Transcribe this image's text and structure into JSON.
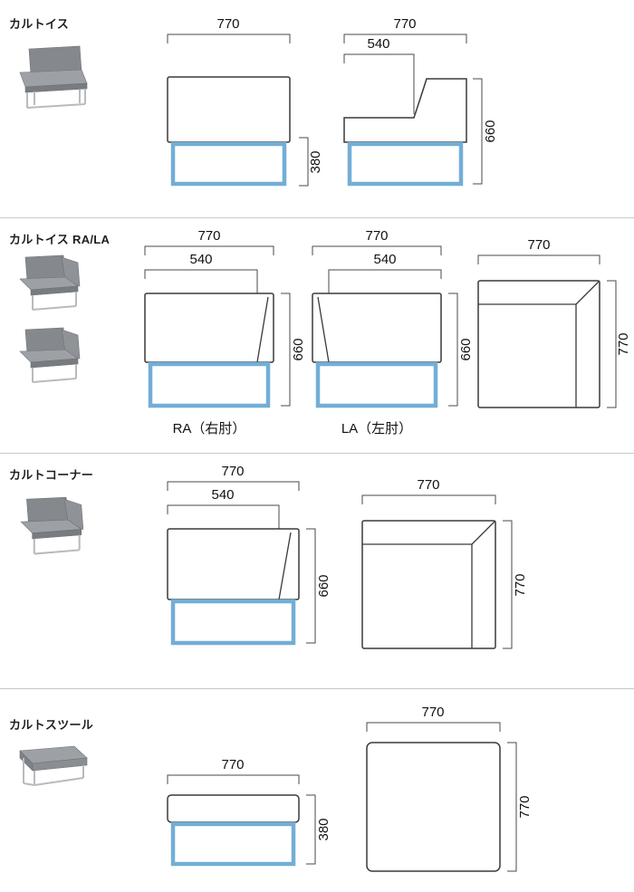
{
  "page": {
    "background": "#ffffff"
  },
  "colors": {
    "blue_frame": "#72aed6",
    "outline": "#3a3a3a",
    "dimension_line": "#4a4a4a",
    "divider": "#c8c8c8"
  },
  "sections": [
    {
      "label": "カルトイス",
      "dims": {
        "front_width": "770",
        "front_base_height": "380",
        "side_width": "770",
        "side_seat_depth": "540",
        "side_total_height": "660"
      }
    },
    {
      "label": "カルトイス RA/LA",
      "dims": {
        "ra_width": "770",
        "ra_seat_width": "540",
        "ra_height": "660",
        "la_width": "770",
        "la_seat_width": "540",
        "la_height": "660",
        "top_width": "770",
        "top_depth": "770"
      },
      "captions": {
        "ra": "RA（右肘）",
        "la": "LA（左肘）"
      }
    },
    {
      "label": "カルトコーナー",
      "dims": {
        "front_width": "770",
        "front_seat_width": "540",
        "front_height": "660",
        "top_width": "770",
        "top_depth": "770"
      }
    },
    {
      "label": "カルトスツール",
      "dims": {
        "front_width": "770",
        "front_height": "380",
        "top_width": "770",
        "top_depth": "770"
      }
    }
  ]
}
